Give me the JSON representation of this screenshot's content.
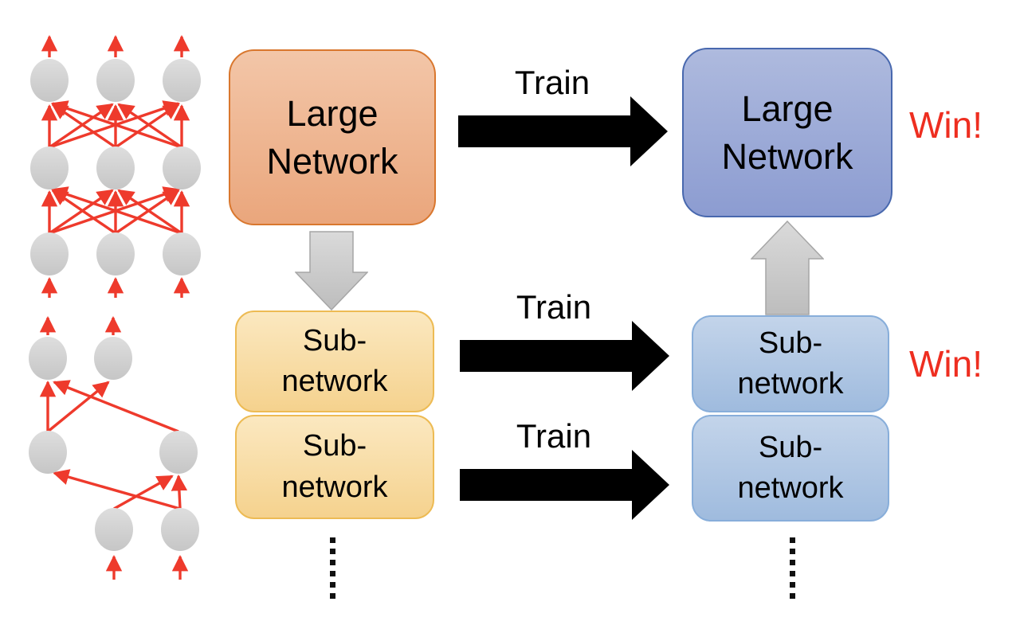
{
  "colors": {
    "canvas_bg": "#ffffff",
    "text": "#000000",
    "large_box_untrained_top": "#f3c6a8",
    "large_box_untrained_bottom": "#eaa67c",
    "large_box_untrained_border": "#d9772e",
    "large_box_trained_top": "#aebade",
    "large_box_trained_bottom": "#8c9cd1",
    "large_box_trained_border": "#4868ae",
    "sub_box_untrained_top": "#fbe8c0",
    "sub_box_untrained_bottom": "#f5d28e",
    "sub_box_untrained_border": "#edbb54",
    "sub_box_trained_top": "#c3d4ea",
    "sub_box_trained_bottom": "#9fbbde",
    "sub_box_trained_border": "#88aeda",
    "train_arrow": "#000000",
    "transfer_arrow_top": "#dadada",
    "transfer_arrow_bottom": "#bdbdbd",
    "transfer_arrow_border": "#a6a6a6",
    "win_text": "#ee2e20",
    "network_edge": "#ee3a2c",
    "node_fill_top": "#dedede",
    "node_fill_bottom": "#c6c6c6"
  },
  "top_row": {
    "untrained_box_label": "Large\nNetwork",
    "train_label": "Train",
    "trained_box_label": "Large\nNetwork",
    "result_label": "Win!"
  },
  "sub_row_1": {
    "untrained_box_label": "Sub-\nnetwork",
    "train_label": "Train",
    "trained_box_label": "Sub-\nnetwork",
    "result_label": "Win!"
  },
  "sub_row_2": {
    "untrained_box_label": "Sub-\nnetwork",
    "train_label": "Train",
    "trained_box_label": "Sub-\nnetwork"
  }
}
